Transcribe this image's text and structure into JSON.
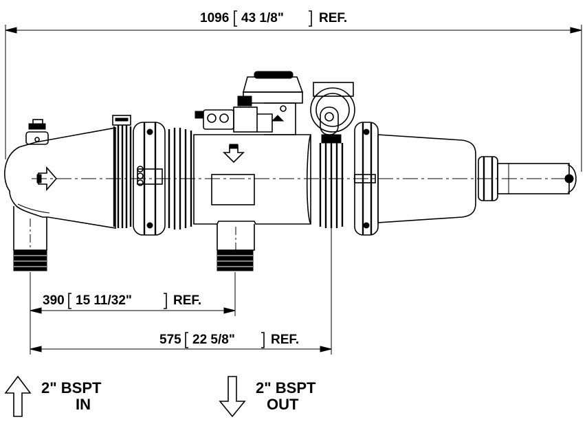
{
  "dimensions": {
    "overall": {
      "value": "1096",
      "imperial": "43 1/8\"",
      "suffix": "REF."
    },
    "inlet_to_outlet": {
      "value": "390",
      "imperial": "15 11/32\"",
      "suffix": "REF."
    },
    "inlet_to_flush": {
      "value": "575",
      "imperial": "22 5/8\"",
      "suffix": "REF."
    }
  },
  "ports": {
    "inlet": {
      "size": "2\" BSPT",
      "direction": "IN"
    },
    "outlet": {
      "size": "2\" BSPT",
      "direction": "OUT"
    }
  }
}
